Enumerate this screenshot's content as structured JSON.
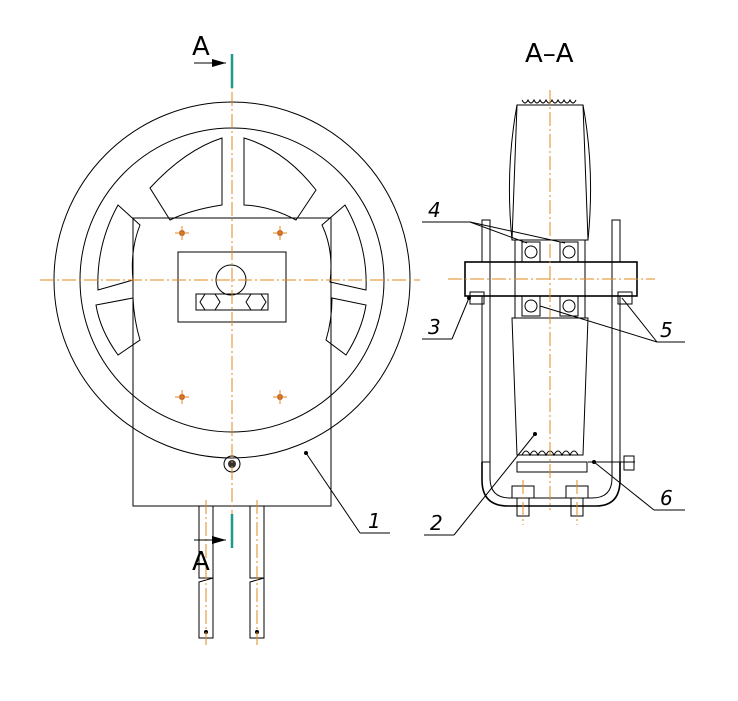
{
  "section_marks": {
    "top": "A",
    "bottom": "A",
    "title": "A–A"
  },
  "callouts": {
    "c1": "1",
    "c2": "2",
    "c3": "3",
    "c4": "4",
    "c5": "5",
    "c6": "6"
  },
  "colors": {
    "centerline": "#e08a1e",
    "cut_plane": "#1a9a8a",
    "outline": "#000000"
  }
}
